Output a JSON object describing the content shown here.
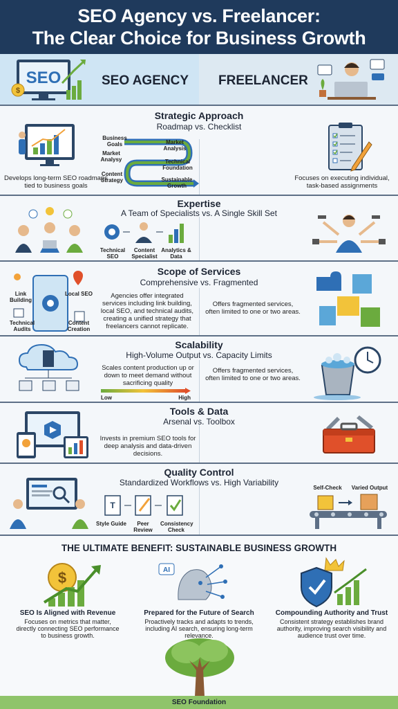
{
  "header": {
    "title_line1": "SEO Agency vs. Freelancer:",
    "title_line2": "The Clear Choice for Business Growth"
  },
  "columns": {
    "agency": "SEO AGENCY",
    "freelancer": "FREELANCER",
    "seo_screen_text": "SEO"
  },
  "sections": {
    "strategic": {
      "title": "Strategic Approach",
      "subtitle": "Roadmap vs. Checklist",
      "agency_text": "Develops long-term SEO roadmaps tied to business goals",
      "freelancer_text": "Focuses on executing individual, task-based assignments",
      "roadmap": [
        "Business Goals",
        "Market Analysy",
        "Content Strategy",
        "Market Analysis",
        "Technical Foundation",
        "Sustainable Growth"
      ]
    },
    "expertise": {
      "title": "Expertise",
      "subtitle": "A Team of Specialists vs. A Single Skill Set",
      "labels": [
        "Technical SEO",
        "Content Specialist",
        "Analytics & Data"
      ]
    },
    "scope": {
      "title": "Scope of Services",
      "subtitle": "Comprehensive vs. Fragmented",
      "labels": [
        "Link Building",
        "Local SEO",
        "Technical Audits",
        "Content Creation"
      ],
      "agency_text": "Agencies offer integrated services including link building, local SEO, and technical audits, creating a unified strategy that freelancers cannot replicate.",
      "freelancer_text": "Offers fragmented services, often limited to one or two areas."
    },
    "scalability": {
      "title": "Scalability",
      "subtitle": "High-Volume Output vs. Capacity Limits",
      "agency_text": "Scales content production up or down to meet demand without sacrificing quality",
      "freelancer_text": "Offers fragmented services, often limited to one or two areas.",
      "low": "Low",
      "high": "High"
    },
    "tools": {
      "title": "Tools & Data",
      "subtitle": "Arsenal vs. Toolbox",
      "agency_text": "Invests in premium SEO tools for deep analysis and data-driven decisions."
    },
    "quality": {
      "title": "Quality Control",
      "subtitle": "Standardized Workflows vs. High Variability",
      "labels": [
        "Style Guide",
        "Peer Review",
        "Consistency Check"
      ],
      "self_check": "Self-Check",
      "varied_output": "Varied Output"
    }
  },
  "benefit": {
    "title": "THE ULTIMATE BENEFIT: SUSTAINABLE BUSINESS GROWTH",
    "ai_text": "AI",
    "items": [
      {
        "title": "SEO Is Aligned with Revenue",
        "desc": "Focuses on metrics that matter, directly connecting SEO performance to business growth."
      },
      {
        "title": "Prepared for the Future of Search",
        "desc": "Proactively tracks and adapts to trends, including AI search, ensuring long-term relevance."
      },
      {
        "title": "Compounding Authority and Trust",
        "desc": "Consistent strategy establishes brand authority, improving search visibility and audience trust over time."
      }
    ]
  },
  "footer": "SEO Foundation",
  "colors": {
    "navy": "#1f3a5c",
    "green": "#6bab3e",
    "blue": "#2f6fb5",
    "orange": "#f2a23a"
  }
}
